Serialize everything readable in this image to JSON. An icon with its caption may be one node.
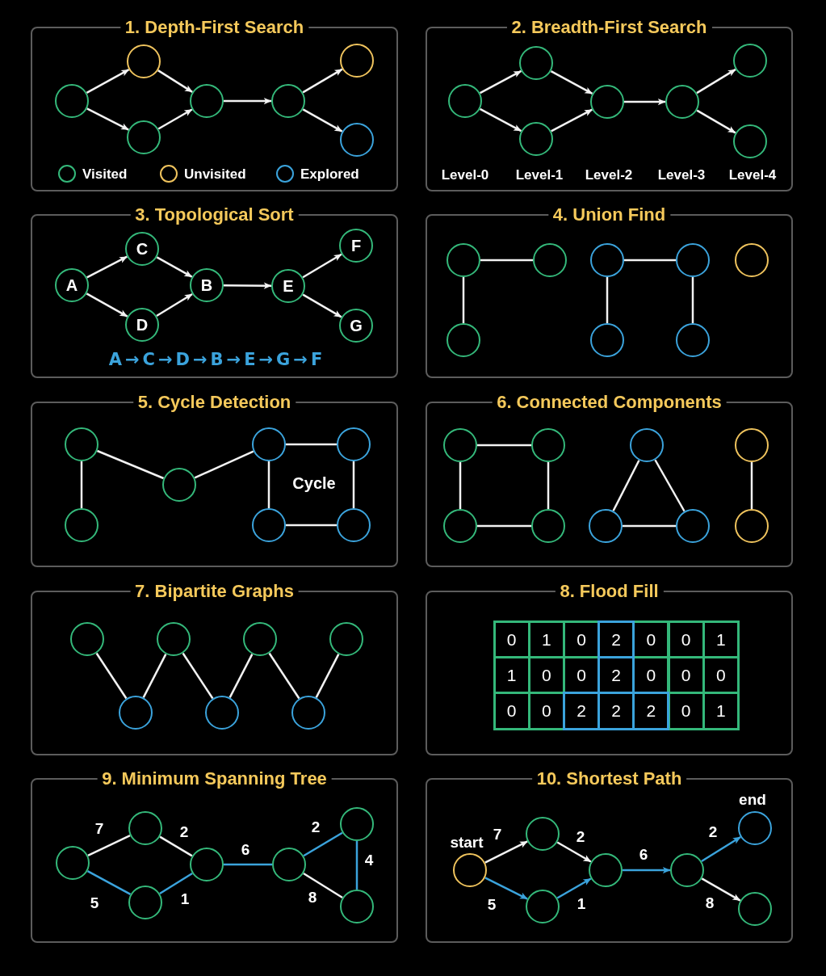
{
  "diagram": {
    "nodes": [
      {
        "text": [
          "1. Depth-First Search"
        ]
      },
      {
        "text": [],
        "shape": "circle",
        "in": 0
      },
      {
        "text": [],
        "shape": "circle",
        "in": 0
      },
      {
        "text": [],
        "shape": "circle",
        "in": 0
      },
      {
        "text": [],
        "shape": "circle",
        "in": 0
      },
      {
        "text": [],
        "shape": "circle",
        "in": 0
      },
      {
        "text": [],
        "shape": "circle",
        "in": 0
      },
      {
        "text": [],
        "shape": "circle",
        "in": 0
      },
      {
        "text": [
          "2. Breadth-First Search"
        ]
      },
      {
        "text": [],
        "shape": "circle",
        "in": 8
      },
      {
        "text": [],
        "shape": "circle",
        "in": 8
      },
      {
        "text": [],
        "shape": "circle",
        "in": 8
      },
      {
        "text": [],
        "shape": "circle",
        "in": 8
      },
      {
        "text": [],
        "shape": "circle",
        "in": 8
      },
      {
        "text": [],
        "shape": "circle",
        "in": 8
      },
      {
        "text": [],
        "shape": "circle",
        "in": 8
      },
      {
        "text": [
          "3. Topological Sort"
        ]
      },
      {
        "text": [
          "A"
        ],
        "in": 16
      },
      {
        "text": [
          "C"
        ],
        "in": 16
      },
      {
        "text": [
          "D"
        ],
        "in": 16
      },
      {
        "text": [
          "B"
        ],
        "in": 16
      },
      {
        "text": [
          "E"
        ],
        "in": 16
      },
      {
        "text": [
          "F"
        ],
        "in": 16
      },
      {
        "text": [
          "G"
        ],
        "in": 16
      },
      {
        "text": [
          "4. Union Find"
        ]
      },
      {
        "text": [],
        "shape": "circle",
        "in": 24
      },
      {
        "text": [],
        "shape": "circle",
        "in": 24
      },
      {
        "text": [],
        "shape": "circle",
        "in": 24
      },
      {
        "text": [],
        "shape": "circle",
        "in": 24
      },
      {
        "text": [],
        "shape": "circle",
        "in": 24
      },
      {
        "text": [],
        "shape": "circle",
        "in": 24
      },
      {
        "text": [],
        "shape": "circle",
        "in": 24
      },
      {
        "text": [],
        "shape": "circle",
        "in": 24
      },
      {
        "text": [
          "5. Cycle Detection"
        ]
      },
      {
        "text": [],
        "shape": "circle",
        "in": 33
      },
      {
        "text": [],
        "shape": "circle",
        "in": 33
      },
      {
        "text": [],
        "shape": "circle",
        "in": 33
      },
      {
        "text": [],
        "shape": "circle",
        "in": 33
      },
      {
        "text": [],
        "shape": "circle",
        "in": 33
      },
      {
        "text": [],
        "shape": "circle",
        "in": 33
      },
      {
        "text": [],
        "shape": "circle",
        "in": 33
      },
      {
        "text": [
          "6. Connected Components"
        ]
      },
      {
        "text": [],
        "shape": "circle",
        "in": 41
      },
      {
        "text": [],
        "shape": "circle",
        "in": 41
      },
      {
        "text": [],
        "shape": "circle",
        "in": 41
      },
      {
        "text": [],
        "shape": "circle",
        "in": 41
      },
      {
        "text": [],
        "shape": "circle",
        "in": 41
      },
      {
        "text": [],
        "shape": "circle",
        "in": 41
      },
      {
        "text": [],
        "shape": "circle",
        "in": 41
      },
      {
        "text": [],
        "shape": "circle",
        "in": 41
      },
      {
        "text": [],
        "shape": "circle",
        "in": 41
      },
      {
        "text": [
          "7. Bipartite Graphs"
        ]
      },
      {
        "text": [],
        "shape": "circle",
        "in": 51
      },
      {
        "text": [],
        "shape": "circle",
        "in": 51
      },
      {
        "text": [],
        "shape": "circle",
        "in": 51
      },
      {
        "text": [],
        "shape": "circle",
        "in": 51
      },
      {
        "text": [],
        "shape": "circle",
        "in": 51
      },
      {
        "text": [],
        "shape": "circle",
        "in": 51
      },
      {
        "text": [],
        "shape": "circle",
        "in": 51
      },
      {
        "text": [
          "8. Flood Fill"
        ]
      },
      {
        "text": [
          "9. Minimum Spanning Tree"
        ]
      },
      {
        "text": [],
        "shape": "circle",
        "in": 60
      },
      {
        "text": [],
        "shape": "circle",
        "in": 60
      },
      {
        "text": [],
        "shape": "circle",
        "in": 60
      },
      {
        "text": [],
        "shape": "circle",
        "in": 60
      },
      {
        "text": [],
        "shape": "circle",
        "in": 60
      },
      {
        "text": [],
        "shape": "circle",
        "in": 60
      },
      {
        "text": [],
        "shape": "circle",
        "in": 60
      },
      {
        "text": [
          "10. Shortest Path"
        ]
      },
      {
        "text": [],
        "shape": "circle",
        "in": 68,
        "beside": [
          "start"
        ]
      },
      {
        "text": [],
        "shape": "circle",
        "in": 68
      },
      {
        "text": [],
        "shape": "circle",
        "in": 68
      },
      {
        "text": [],
        "shape": "circle",
        "in": 68
      },
      {
        "text": [],
        "shape": "circle",
        "in": 68
      },
      {
        "text": [],
        "shape": "circle",
        "in": 68,
        "beside": [
          "end"
        ]
      },
      {
        "text": [],
        "shape": "circle",
        "in": 68
      }
    ],
    "edges": [
      {
        "from": 1,
        "to": 2,
        "arrow": "to"
      },
      {
        "from": 1,
        "to": 3,
        "arrow": "to"
      },
      {
        "from": 2,
        "to": 4,
        "arrow": "to"
      },
      {
        "from": 3,
        "to": 4,
        "arrow": "to"
      },
      {
        "from": 4,
        "to": 5,
        "arrow": "to"
      },
      {
        "from": 5,
        "to": 6,
        "arrow": "to"
      },
      {
        "from": 5,
        "to": 7,
        "arrow": "to"
      },
      {
        "from": 9,
        "to": 10,
        "arrow": "to"
      },
      {
        "from": 9,
        "to": 11,
        "arrow": "to"
      },
      {
        "from": 10,
        "to": 12,
        "arrow": "to"
      },
      {
        "from": 11,
        "to": 12,
        "arrow": "to"
      },
      {
        "from": 12,
        "to": 13,
        "arrow": "to"
      },
      {
        "from": 13,
        "to": 14,
        "arrow": "to"
      },
      {
        "from": 13,
        "to": 15,
        "arrow": "to"
      },
      {
        "from": 17,
        "to": 18,
        "arrow": "to"
      },
      {
        "from": 17,
        "to": 19,
        "arrow": "to"
      },
      {
        "from": 18,
        "to": 20,
        "arrow": "to"
      },
      {
        "from": 19,
        "to": 20,
        "arrow": "to"
      },
      {
        "from": 20,
        "to": 21,
        "arrow": "to"
      },
      {
        "from": 21,
        "to": 22,
        "arrow": "to"
      },
      {
        "from": 21,
        "to": 23,
        "arrow": "to"
      },
      {
        "from": 25,
        "to": 26,
        "arrow": "none"
      },
      {
        "from": 25,
        "to": 30,
        "arrow": "none"
      },
      {
        "from": 27,
        "to": 28,
        "arrow": "none"
      },
      {
        "from": 27,
        "to": 31,
        "arrow": "none"
      },
      {
        "from": 28,
        "to": 32,
        "arrow": "none"
      },
      {
        "from": 34,
        "to": 38,
        "arrow": "none"
      },
      {
        "from": 34,
        "to": 37,
        "arrow": "none"
      },
      {
        "from": 37,
        "to": 35,
        "arrow": "none"
      },
      {
        "from": 35,
        "to": 36,
        "arrow": "none"
      },
      {
        "from": 36,
        "to": 40,
        "arrow": "none"
      },
      {
        "from": 39,
        "to": 40,
        "arrow": "none"
      },
      {
        "from": 35,
        "to": 39,
        "arrow": "none"
      },
      {
        "from": 42,
        "to": 43,
        "arrow": "none"
      },
      {
        "from": 46,
        "to": 47,
        "arrow": "none"
      },
      {
        "from": 42,
        "to": 46,
        "arrow": "none"
      },
      {
        "from": 43,
        "to": 47,
        "arrow": "none"
      },
      {
        "from": 44,
        "to": 48,
        "arrow": "none"
      },
      {
        "from": 44,
        "to": 49,
        "arrow": "none"
      },
      {
        "from": 48,
        "to": 49,
        "arrow": "none"
      },
      {
        "from": 45,
        "to": 50,
        "arrow": "none"
      },
      {
        "from": 52,
        "to": 56,
        "arrow": "none"
      },
      {
        "from": 56,
        "to": 53,
        "arrow": "none"
      },
      {
        "from": 53,
        "to": 57,
        "arrow": "none"
      },
      {
        "from": 57,
        "to": 54,
        "arrow": "none"
      },
      {
        "from": 54,
        "to": 58,
        "arrow": "none"
      },
      {
        "from": 58,
        "to": 55,
        "arrow": "none"
      },
      {
        "from": 61,
        "to": 62,
        "arrow": "none",
        "label": "7"
      },
      {
        "from": 62,
        "to": 64,
        "arrow": "none",
        "label": "2"
      },
      {
        "from": 61,
        "to": 63,
        "arrow": "none",
        "label": "5",
        "color": "#3ba3dc"
      },
      {
        "from": 63,
        "to": 64,
        "arrow": "none",
        "label": "1",
        "color": "#3ba3dc"
      },
      {
        "from": 64,
        "to": 65,
        "arrow": "none",
        "label": "6",
        "color": "#3ba3dc"
      },
      {
        "from": 65,
        "to": 66,
        "arrow": "none",
        "label": "2",
        "color": "#3ba3dc"
      },
      {
        "from": 66,
        "to": 67,
        "arrow": "none",
        "label": "4",
        "color": "#3ba3dc"
      },
      {
        "from": 65,
        "to": 67,
        "arrow": "none",
        "label": "8"
      },
      {
        "from": 69,
        "to": 70,
        "arrow": "to",
        "label": "7"
      },
      {
        "from": 69,
        "to": 71,
        "arrow": "to",
        "label": "5",
        "color": "#3ba3dc"
      },
      {
        "from": 70,
        "to": 72,
        "arrow": "to",
        "label": "2"
      },
      {
        "from": 71,
        "to": 72,
        "arrow": "to",
        "label": "1",
        "color": "#3ba3dc"
      },
      {
        "from": 72,
        "to": 73,
        "arrow": "to",
        "label": "6",
        "color": "#3ba3dc"
      },
      {
        "from": 73,
        "to": 74,
        "arrow": "to",
        "label": "2",
        "color": "#3ba3dc"
      },
      {
        "from": 73,
        "to": 75,
        "arrow": "to",
        "label": "8"
      }
    ],
    "labels": [
      "Level-0",
      "Level-1",
      "Level-2",
      "Level-3",
      "Level-4",
      "A→C→D→B→E→G→F",
      "Cycle",
      "0",
      "1",
      "0",
      "2",
      "0",
      "0",
      "1",
      "1",
      "0",
      "0",
      "2",
      "0",
      "0",
      "0",
      "0",
      "0",
      "2",
      "2",
      "2",
      "0",
      "1"
    ],
    "legend": [
      {
        "text": "Visited",
        "color": "#34b87a"
      },
      {
        "text": "Unvisited",
        "color": "#efc35d"
      },
      {
        "text": "Explored",
        "color": "#3ba3dc"
      }
    ]
  }
}
